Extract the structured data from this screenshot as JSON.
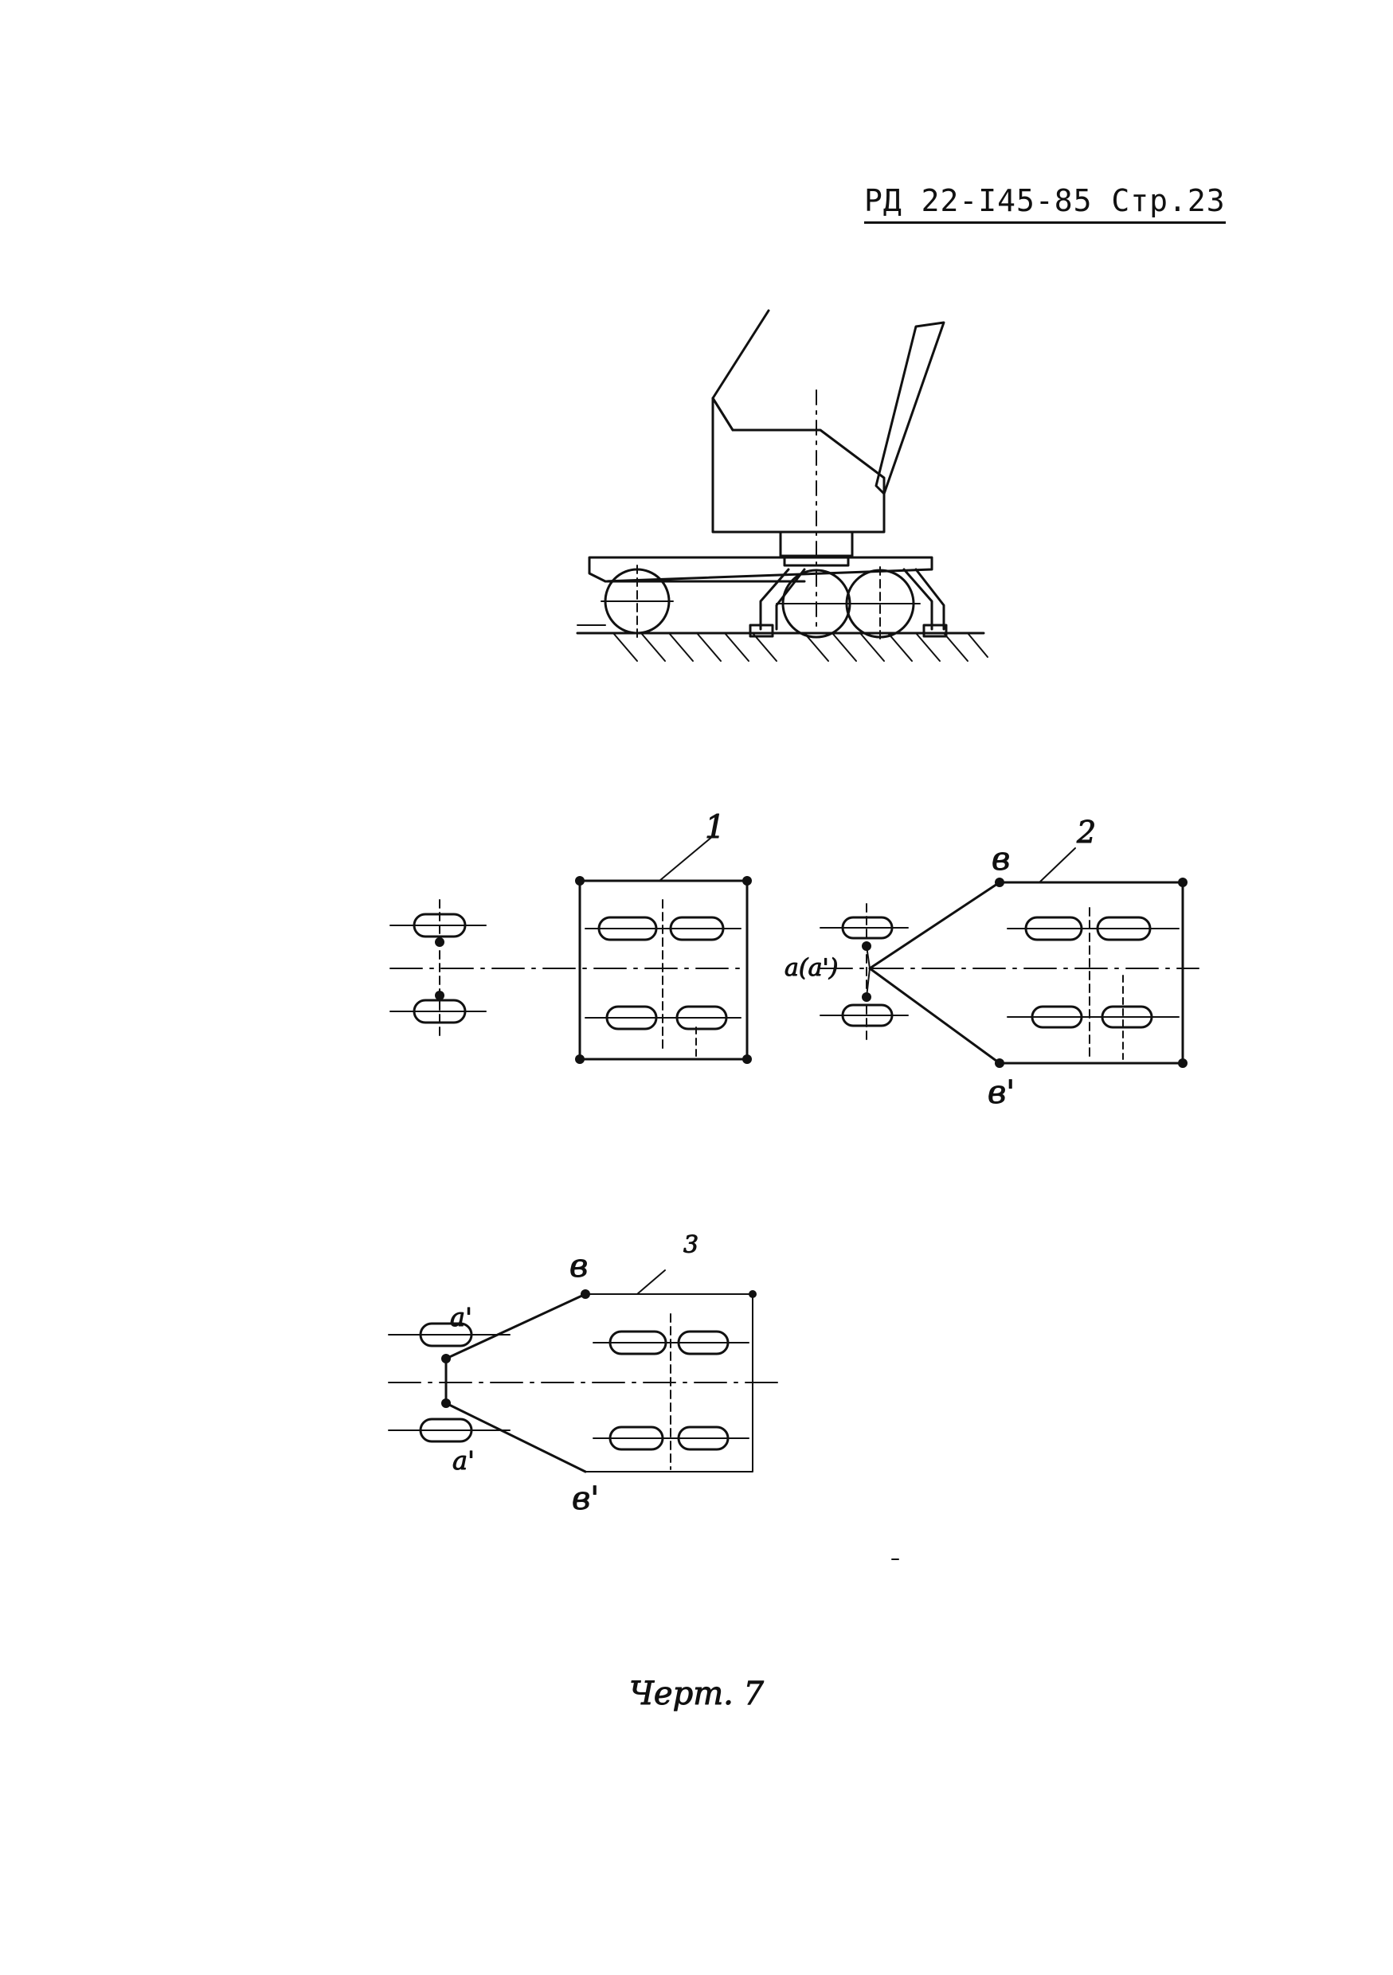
{
  "header": {
    "text": "РД 22-I45-85 Стр.23"
  },
  "figure": {
    "labels": {
      "one": "1",
      "two": "2",
      "three": "3",
      "b_top_2": "в",
      "b_bottom_2": "в'",
      "a_2": "a(a')",
      "b_top_3": "в",
      "b_bottom_3": "в'",
      "a_top_3": "a'",
      "a_bottom_3": "a'"
    },
    "caption": "Черт. 7"
  }
}
